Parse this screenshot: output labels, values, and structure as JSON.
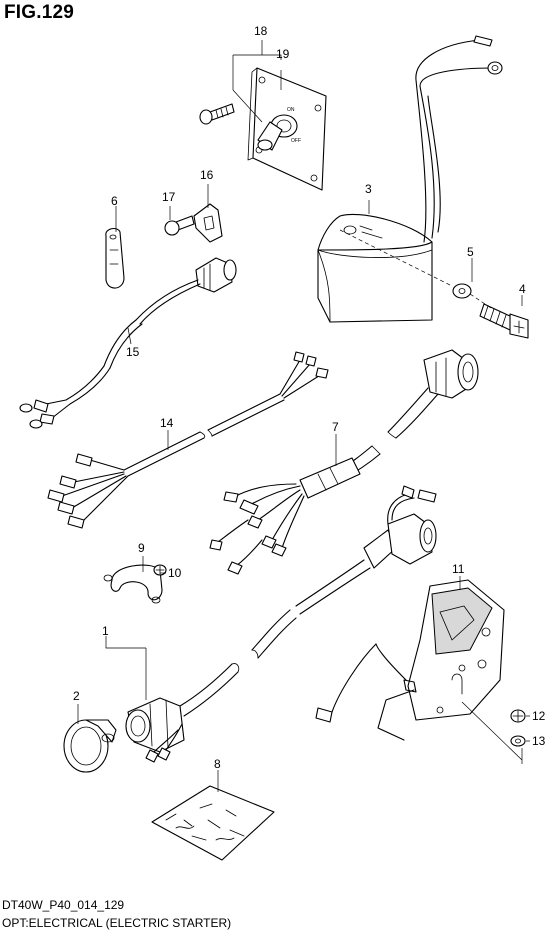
{
  "figure": {
    "title": "FIG.129"
  },
  "footer": {
    "code": "DT40W_P40_014_129",
    "caption": "OPT:ELECTRICAL (ELECTRIC STARTER)"
  },
  "part_labels": {
    "p1": "1",
    "p2": "2",
    "p3": "3",
    "p4": "4",
    "p5": "5",
    "p6": "6",
    "p7": "7",
    "p8": "8",
    "p9": "9",
    "p10": "10",
    "p11": "11",
    "p12": "12",
    "p13": "13",
    "p14": "14",
    "p15": "15",
    "p16": "16",
    "p17": "17",
    "p18": "18",
    "p19": "19"
  },
  "switch_marks": {
    "on": "ON",
    "off": "OFF"
  }
}
